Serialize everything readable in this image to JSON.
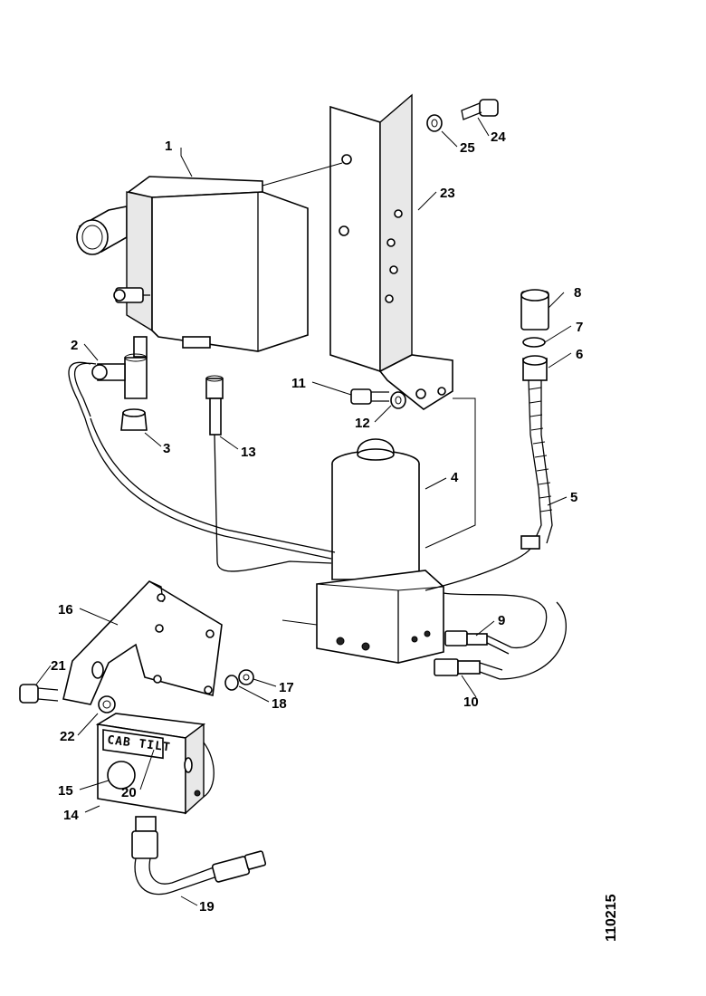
{
  "figure": {
    "reference_number": "110215",
    "control_box_plate": "CAB TILT"
  },
  "callouts": [
    {
      "id": "1",
      "label": "1"
    },
    {
      "id": "2",
      "label": "2"
    },
    {
      "id": "3",
      "label": "3"
    },
    {
      "id": "4",
      "label": "4"
    },
    {
      "id": "5",
      "label": "5"
    },
    {
      "id": "6",
      "label": "6"
    },
    {
      "id": "7",
      "label": "7"
    },
    {
      "id": "8",
      "label": "8"
    },
    {
      "id": "9",
      "label": "9"
    },
    {
      "id": "10",
      "label": "10"
    },
    {
      "id": "11",
      "label": "11"
    },
    {
      "id": "12",
      "label": "12"
    },
    {
      "id": "13",
      "label": "13"
    },
    {
      "id": "14",
      "label": "14"
    },
    {
      "id": "15",
      "label": "15"
    },
    {
      "id": "16",
      "label": "16"
    },
    {
      "id": "17",
      "label": "17"
    },
    {
      "id": "18",
      "label": "18"
    },
    {
      "id": "19",
      "label": "19"
    },
    {
      "id": "20",
      "label": "20"
    },
    {
      "id": "21",
      "label": "21"
    },
    {
      "id": "22",
      "label": "22"
    },
    {
      "id": "23",
      "label": "23"
    },
    {
      "id": "24",
      "label": "24"
    },
    {
      "id": "25",
      "label": "25"
    }
  ]
}
